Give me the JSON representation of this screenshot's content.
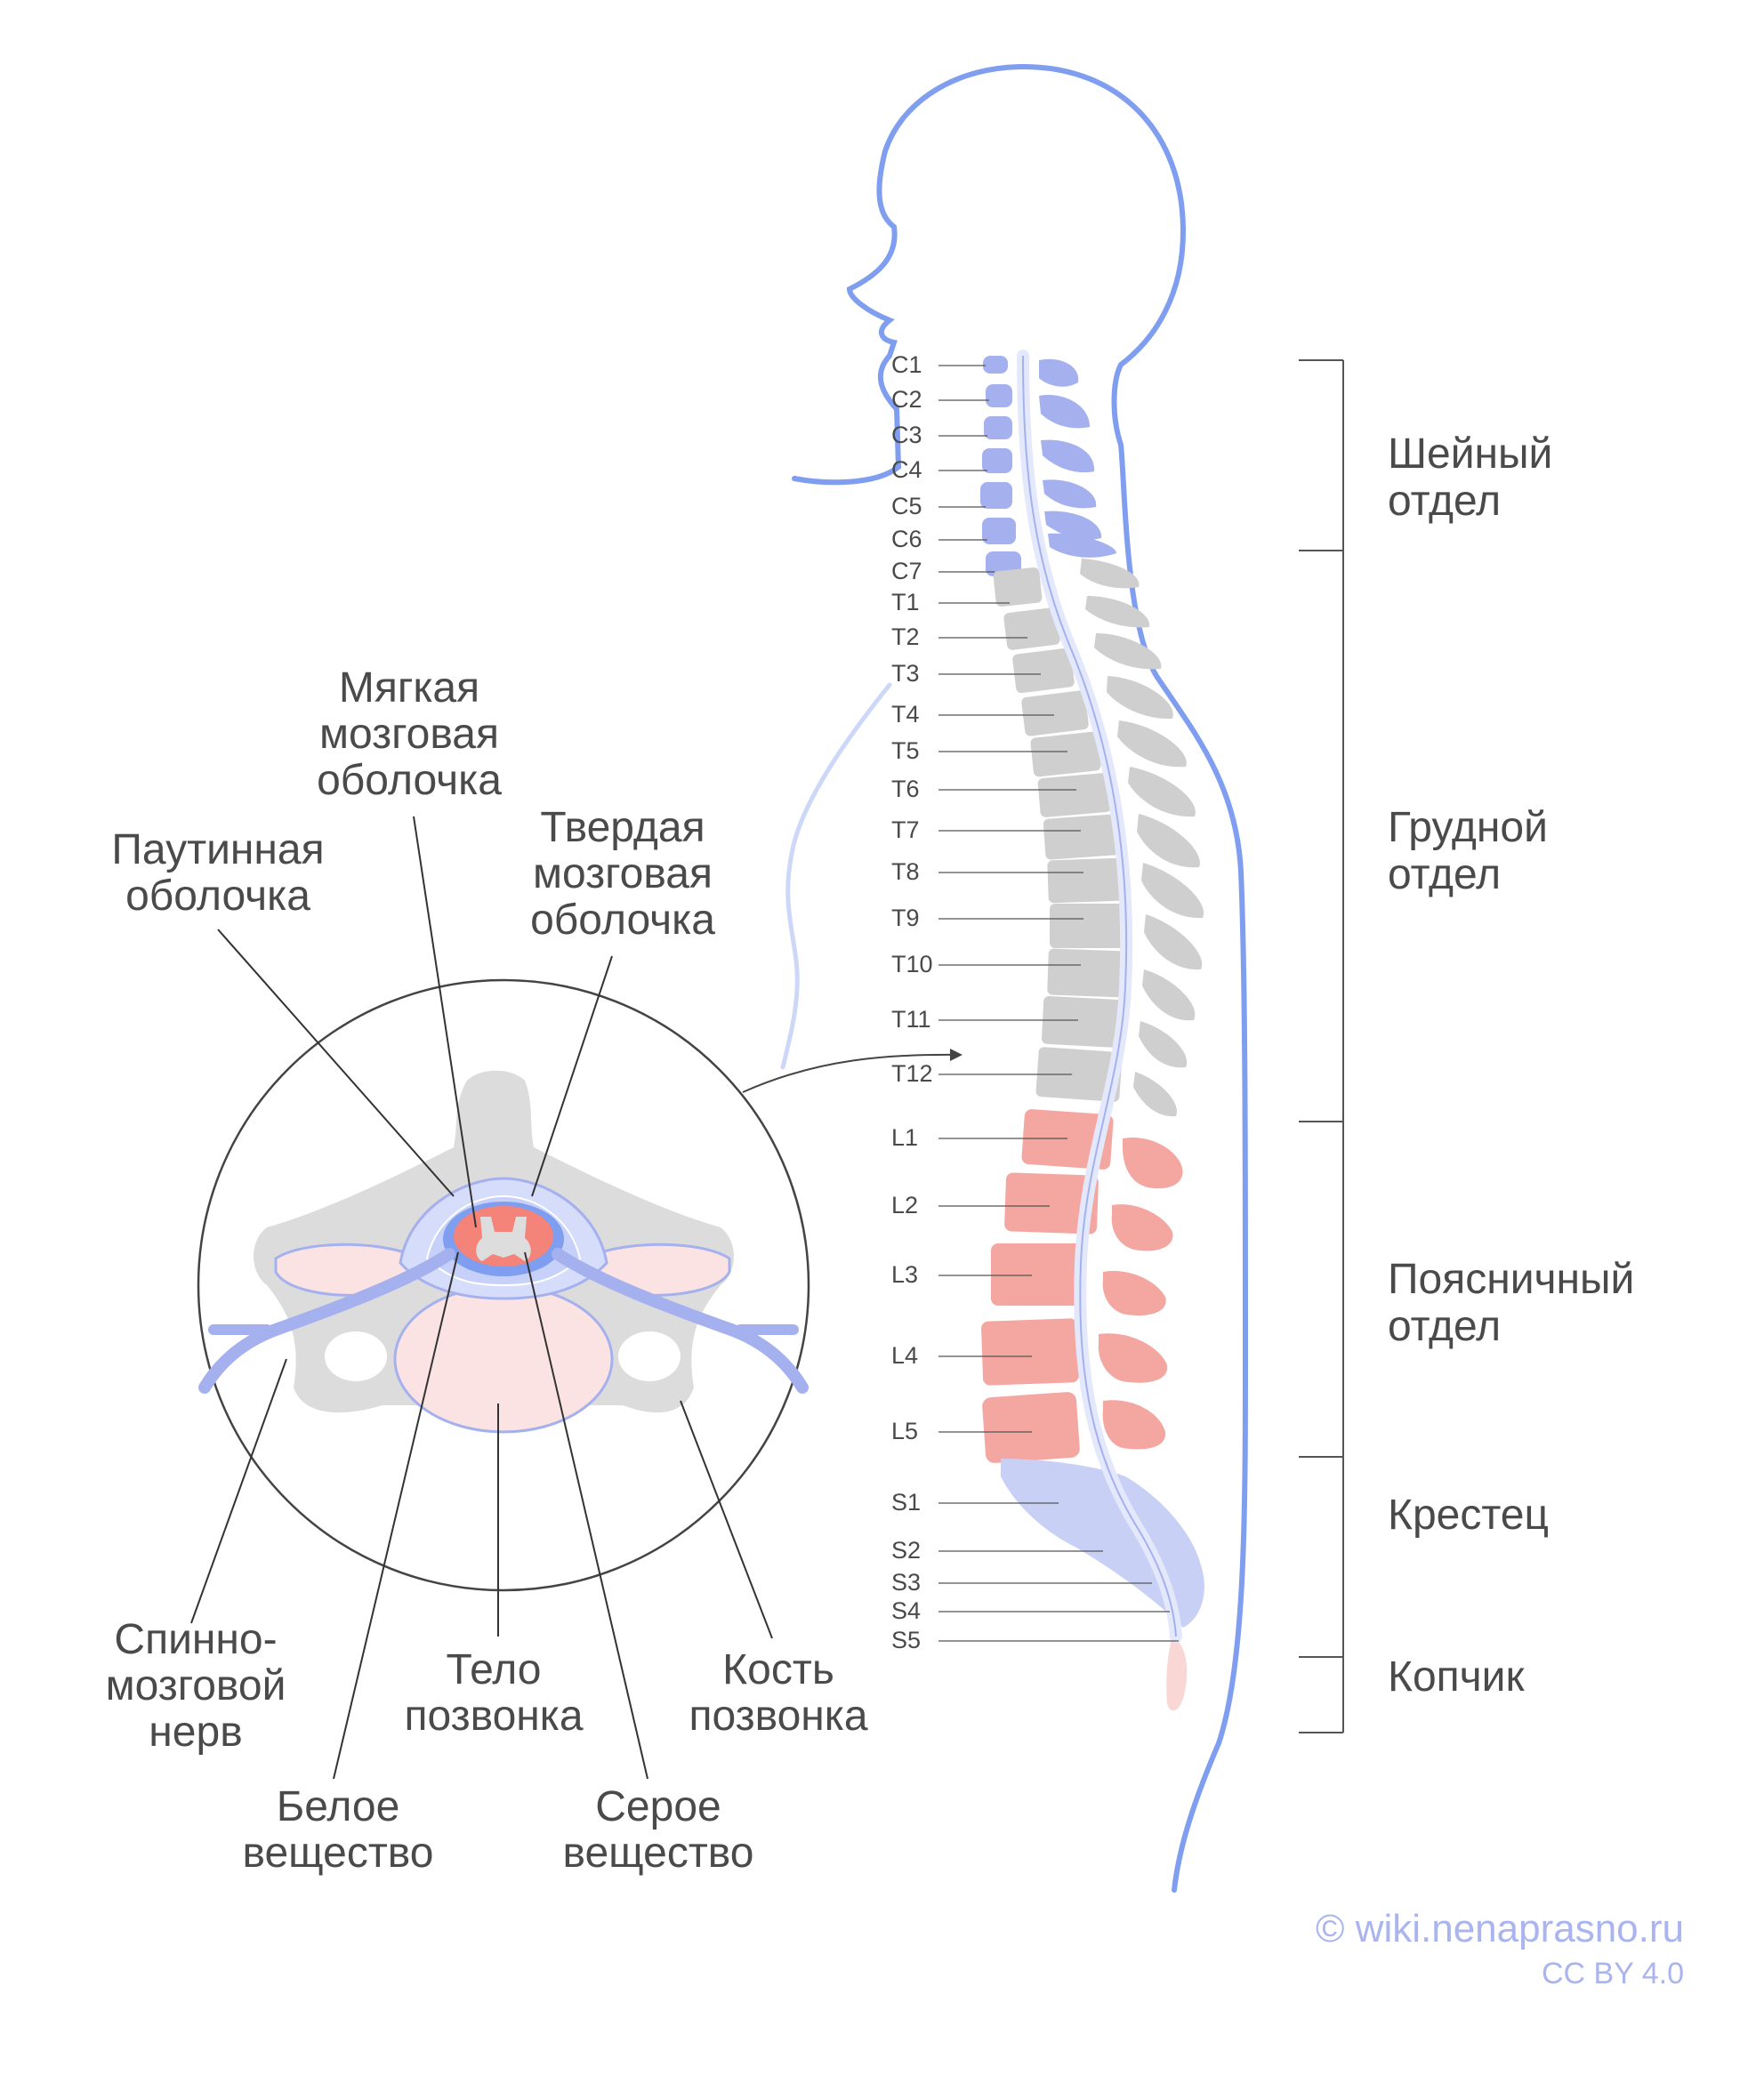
{
  "colors": {
    "outline": "#7f9ef0",
    "cervical": "#a5b1ee",
    "thoracic": "#cfcfcf",
    "lumbar": "#f4a6a0",
    "sacral": "#c9d0f5",
    "coccyx": "#f9d7d4",
    "cord": "#e3e8fb",
    "text": "#4a4a4a",
    "leader": "#555555",
    "credit": "#aab4ee"
  },
  "vertebrae": [
    "C1",
    "C2",
    "C3",
    "C4",
    "C5",
    "C6",
    "C7",
    "T1",
    "T2",
    "T3",
    "T4",
    "T5",
    "T6",
    "T7",
    "T8",
    "T9",
    "T10",
    "T11",
    "T12",
    "L1",
    "L2",
    "L3",
    "L4",
    "L5",
    "S1",
    "S2",
    "S3",
    "S4",
    "S5"
  ],
  "regions": {
    "cervical": "Шейный\nотдел",
    "thoracic": "Грудной\nотдел",
    "lumbar": "Поясничный\nотдел",
    "sacrum": "Крестец",
    "coccyx": "Копчик"
  },
  "cross_section": {
    "pia": "Мягкая\nмозговая\nоболочка",
    "arachnoid": "Паутинная\nоболочка",
    "dura": "Твердая\nмозговая\nоболочка",
    "spinal_nerve": "Спинно-\nмозговой\nнерв",
    "vertebral_body": "Тело\nпозвонка",
    "vertebral_bone": "Кость\nпозвонка",
    "white_matter": "Белое\nвещество",
    "grey_matter": "Серое\nвещество"
  },
  "credit": {
    "site": "© wiki.nenaprasno.ru",
    "license": "CC BY 4.0"
  }
}
